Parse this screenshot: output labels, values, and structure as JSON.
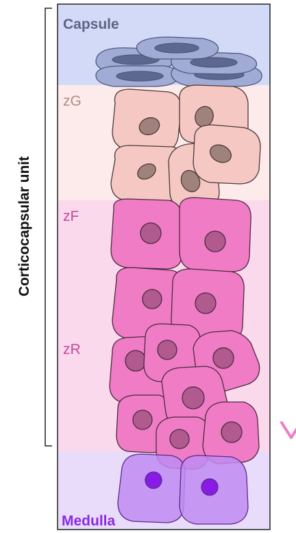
{
  "bracket_label": "Corticocapsular unit",
  "zones": {
    "capsule": "Capsule",
    "zg": "zG",
    "zf": "zF",
    "zr": "zR",
    "medulla": "Medulla"
  },
  "colors": {
    "capsule_band": "#d3daf7",
    "zg_band": "#fdeaea",
    "zf_band": "#fbd9ec",
    "medulla_band": "#e9dcfb",
    "capsule_cell": "#a1acd6",
    "capsule_nucleus": "#5d6890",
    "zg_cell": "#f5c8c4",
    "zg_nucleus": "#a0827c",
    "zf_cell": "#f07cc6",
    "zf_nucleus": "#b15a8f",
    "medulla_cell": "#bf8cf1",
    "medulla_nucleus": "#8a1be6",
    "arrow_top": "#d8d8f5",
    "arrow_bottom": "#f07cc6",
    "capsule_text": "#5b6586",
    "zg_text": "#b08d84",
    "zf_text": "#c2489a",
    "medulla_text": "#8a2be2"
  }
}
